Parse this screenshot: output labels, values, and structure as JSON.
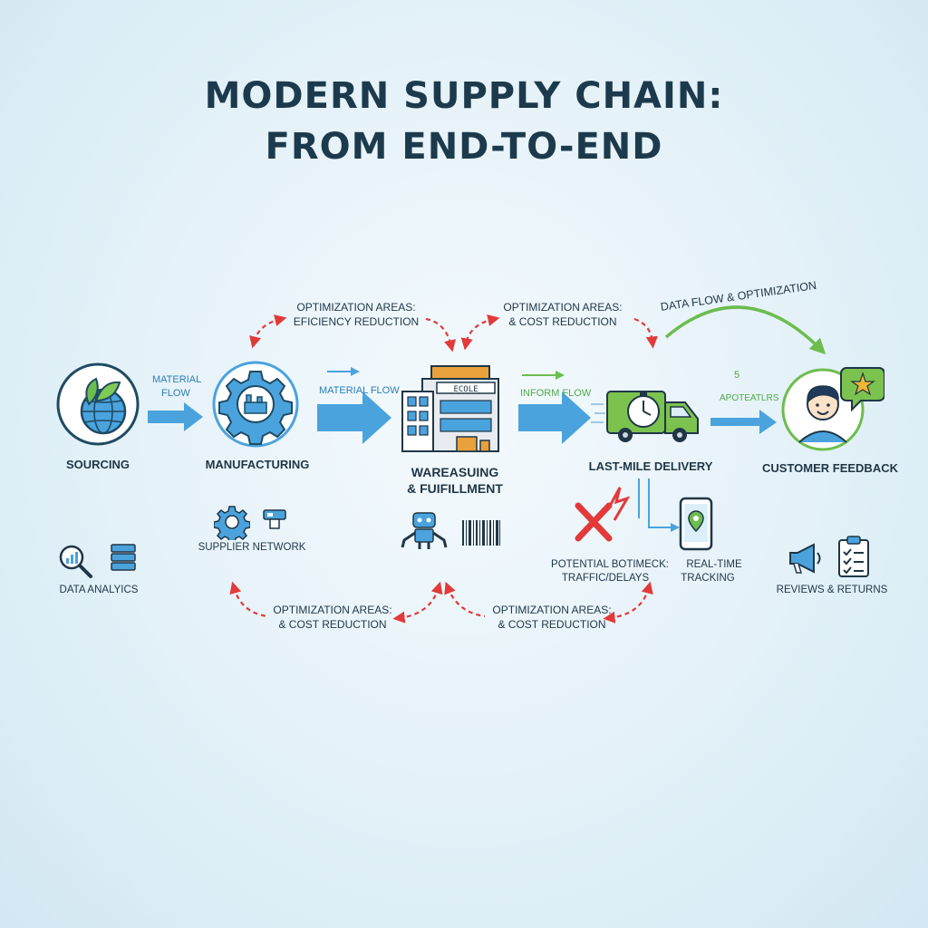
{
  "title": {
    "line1": "MODERN SUPPLY CHAIN:",
    "line2": "FROM END-TO-END"
  },
  "stages": {
    "sourcing": "SOURCING",
    "manufacturing": "MANUFACTURING",
    "warehousing_line1": "WAREASUING",
    "warehousing_line2": "& FUIFILLMENT",
    "delivery": "LAST-MILE DELIVERY",
    "customer": "CUSTOMER FEEDBACK"
  },
  "flows": {
    "material_flow_1_line1": "MATERIAL",
    "material_flow_1_line2": "FLOW",
    "material_flow_2": "MATERIAL FLOW",
    "inform_flow": "INFORM FLOW",
    "apotera": "APOTEATLRS",
    "apotera_mark": "5",
    "data_flow": "DATA FLOW & OPTIMIZATION"
  },
  "optimization": {
    "top_left_line1": "OPTIMIZATION AREAS:",
    "top_left_line2": "EFICIENCY REDUCTION",
    "top_right_line1": "OPTIMIZATION AREAS:",
    "top_right_line2": "& COST REDUCTION",
    "bottom_left_line1": "OPTIMIZATION AREAS:",
    "bottom_left_line2": "& COST REDUCTION",
    "bottom_right_line1": "OPTIMIZATION AREAS:",
    "bottom_right_line2": "& COST REDUCTION"
  },
  "support": {
    "supplier_network": "SUPPLIER NETWORK",
    "data_analytics": "DATA ANALYICS",
    "bottleneck_line1": "POTENTIAL BOTIMECK:",
    "bottleneck_line2": "TRAFFIC/DELAYS",
    "tracking_line1": "REAL-TIME",
    "tracking_line2": "TRACKING",
    "reviews": "REVIEWS & RETURNS"
  },
  "building_sign": "ECOLE",
  "colors": {
    "flow_blue": "#4aa3dd",
    "flow_green": "#6cbd4e",
    "dashed_red": "#e23a3a",
    "title": "#1d3a4d"
  }
}
